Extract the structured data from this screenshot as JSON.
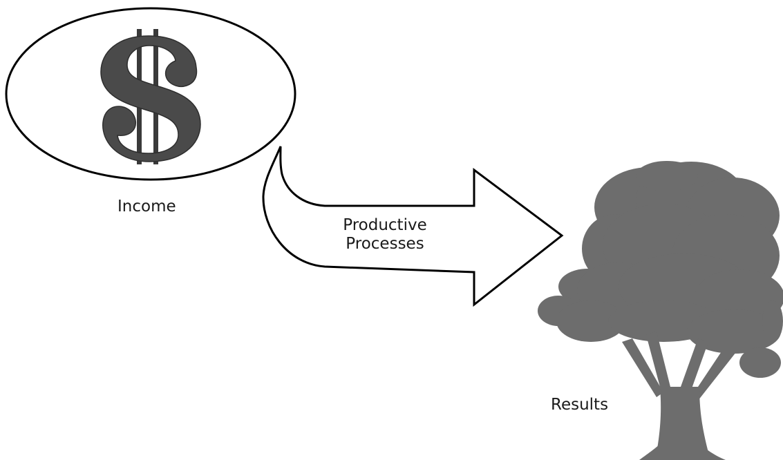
{
  "income": {
    "label": "Income",
    "symbol": "$",
    "icon": "dollar-sign-icon"
  },
  "process": {
    "line1": "Productive",
    "line2": "Processes",
    "icon": "curved-arrow-icon"
  },
  "results": {
    "label": "Results",
    "icon": "tree-icon"
  },
  "colors": {
    "outline": "#000000",
    "dollar": "#4a4a4a",
    "tree": "#6d6d6d",
    "text": "#1a1a1a"
  }
}
